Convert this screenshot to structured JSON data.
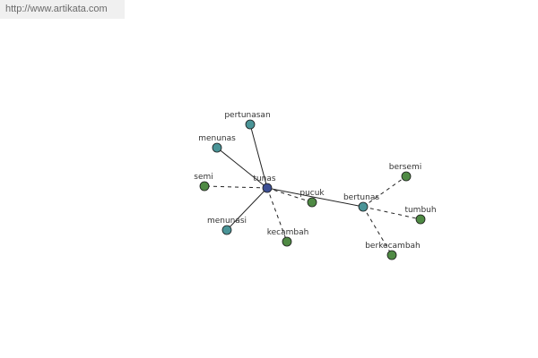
{
  "watermark": {
    "url": "http://www.artikata.com"
  },
  "colors": {
    "center_node": "#3d4f94",
    "teal_node": "#4a9497",
    "green_node": "#4f8a44",
    "edge": "#222222"
  },
  "graph": {
    "center": "tunas",
    "nodes": [
      {
        "id": "tunas",
        "label": "tunas",
        "kind": "center"
      },
      {
        "id": "pertunasan",
        "label": "pertunasan",
        "kind": "teal"
      },
      {
        "id": "menunas",
        "label": "menunas",
        "kind": "teal"
      },
      {
        "id": "semi",
        "label": "semi",
        "kind": "green"
      },
      {
        "id": "menunasi",
        "label": "menunasi",
        "kind": "teal"
      },
      {
        "id": "kecambah",
        "label": "kecambah",
        "kind": "green"
      },
      {
        "id": "pucuk",
        "label": "pucuk",
        "kind": "green"
      },
      {
        "id": "bertunas",
        "label": "bertunas",
        "kind": "teal"
      },
      {
        "id": "bersemi",
        "label": "bersemi",
        "kind": "green"
      },
      {
        "id": "tumbuh",
        "label": "tumbuh",
        "kind": "green"
      },
      {
        "id": "berkecambah",
        "label": "berkecambah",
        "kind": "green"
      }
    ],
    "edges": [
      {
        "from": "tunas",
        "to": "pertunasan",
        "style": "solid"
      },
      {
        "from": "tunas",
        "to": "menunas",
        "style": "solid"
      },
      {
        "from": "tunas",
        "to": "menunasi",
        "style": "solid"
      },
      {
        "from": "tunas",
        "to": "bertunas",
        "style": "solid"
      },
      {
        "from": "tunas",
        "to": "semi",
        "style": "dashed"
      },
      {
        "from": "tunas",
        "to": "kecambah",
        "style": "dashed"
      },
      {
        "from": "tunas",
        "to": "pucuk",
        "style": "dashed"
      },
      {
        "from": "bertunas",
        "to": "bersemi",
        "style": "dashed"
      },
      {
        "from": "bertunas",
        "to": "tumbuh",
        "style": "dashed"
      },
      {
        "from": "bertunas",
        "to": "berkecambah",
        "style": "dashed"
      }
    ]
  }
}
